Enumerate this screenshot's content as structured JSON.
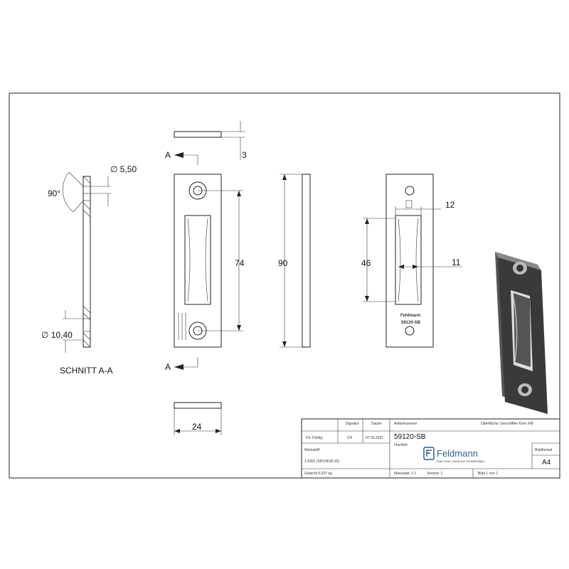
{
  "views": {
    "top": {
      "thickness_label": "3",
      "section_mark": "A"
    },
    "front": {
      "height_label": "90",
      "hole_spacing_label": "74",
      "width_label": "24",
      "section_mark_bottom": "A"
    },
    "section": {
      "title": "SCHNITT A-A",
      "angle_label": "90°",
      "hole_small_label": "∅ 5,50",
      "hole_large_label": "∅ 10,40"
    },
    "rear": {
      "opening_width_label": "12",
      "opening_height_label": "46",
      "opening_inner_label": "11",
      "engraving_brand": "Feldmann",
      "engraving_part": "59120-SB"
    }
  },
  "title_block": {
    "headers": {
      "name": "",
      "signatur": "Signatur",
      "datum": "Datum",
      "artikelnummer": "Artikelnummer",
      "oberflaeche": "Oberfläche:  Geschliffen Korn 240"
    },
    "drawn_by": "Ch. Pohlig",
    "signature": "CH",
    "date": "07.03.2021",
    "article_number": "59120-SB",
    "designation_label": "Flachteil",
    "material_label": "Werkstoff:",
    "material_value": "1.4301 (X5CrNi18-10)",
    "weight": "Gewicht 0,037 kg",
    "scale": "Massstab: 1:1",
    "version": "Version: 1",
    "sheet": "Blatt 1 von 1",
    "company": "Feldmann",
    "company_tagline": "EDELSTAHL-HANDLAUF-SCHMIEDEBAU",
    "format_label": "Blattformat",
    "format_value": "A4"
  },
  "colors": {
    "brand": "#2d5f8f",
    "line": "#222222",
    "shade": "#3a3a3a"
  }
}
